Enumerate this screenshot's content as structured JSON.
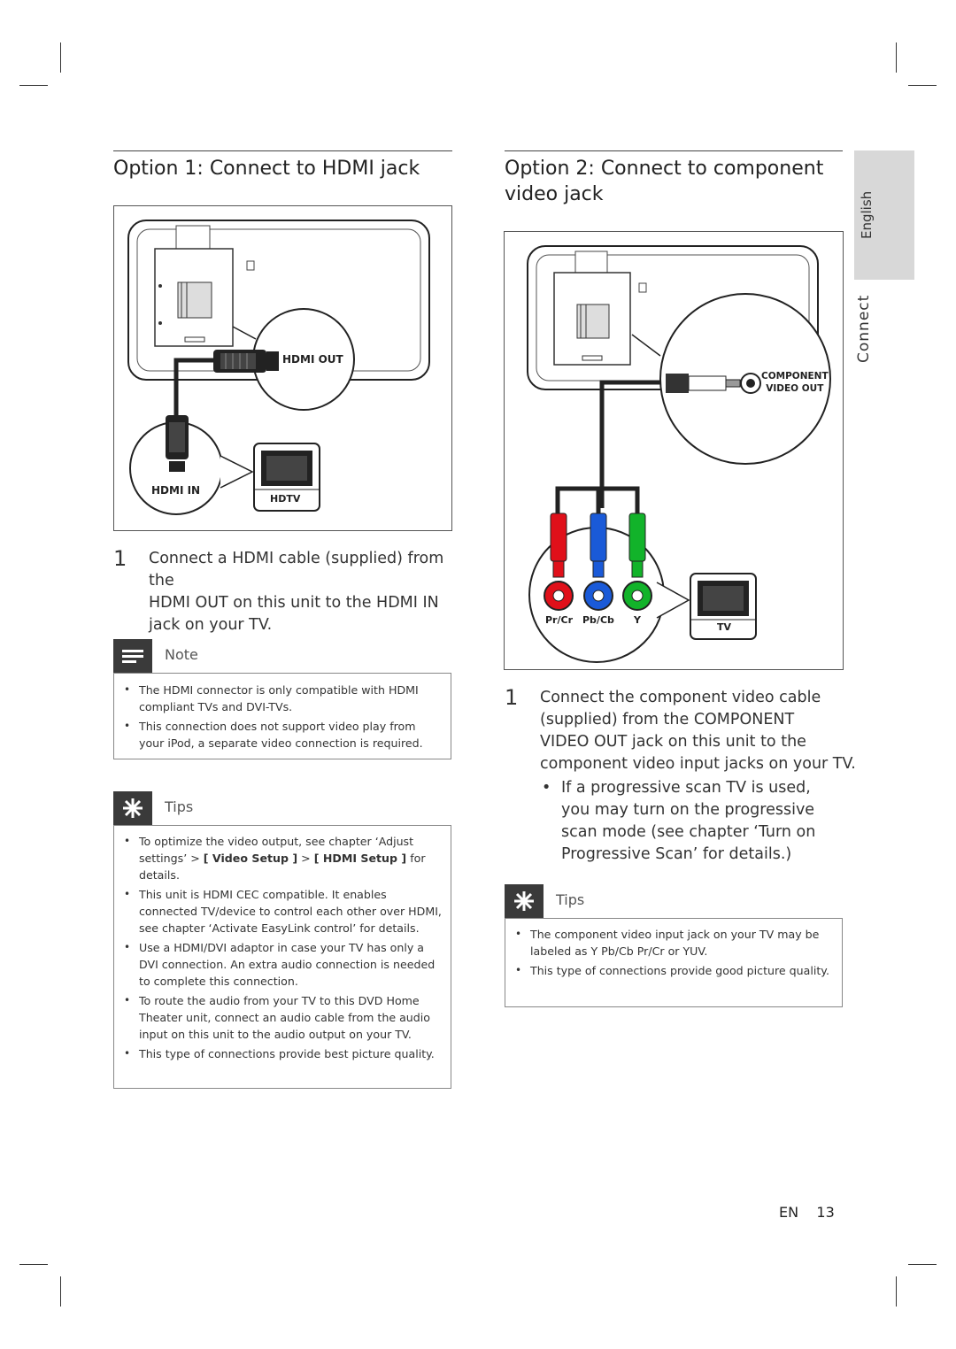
{
  "sidebar": {
    "language": "English",
    "section": "Connect"
  },
  "left": {
    "heading": "Option 1: Connect to HDMI jack",
    "figure": {
      "port_out": "HDMI OUT",
      "port_in": "HDMI IN",
      "tv_label": "HDTV"
    },
    "step": {
      "number": "1",
      "line1": "Connect a HDMI cable (supplied) from the",
      "line2_upper1": "HDMI OUT",
      "line2_mid": " on this unit to the ",
      "line2_upper2": "HDMI IN",
      "line3": "jack on your TV."
    },
    "note": {
      "label": "Note",
      "items": [
        "The HDMI connector is only compatible with HDMI compliant TVs and DVI-TVs.",
        "This connection does not support video play from your iPod, a separate video connection is required."
      ]
    },
    "tips": {
      "label": "Tips",
      "item1_a": "To optimize the video output, see chapter ‘Adjust settings’ > ",
      "item1_b": "[ Video Setup ]",
      "item1_c": " > ",
      "item1_d": "[ HDMI Setup ]",
      "item1_e": " for details.",
      "items": [
        "This unit is HDMI CEC compatible.  It enables connected TV/device to control each other over HDMI, see chapter ‘Activate EasyLink control’ for details.",
        "Use a HDMI/DVI adaptor in case your TV has only a DVI connection. An extra audio connection is needed to complete this connection.",
        "To route the audio from your TV to this DVD Home Theater unit, connect an audio cable from the audio input on this unit to the audio output on your TV.",
        "This type of connections provide best picture quality."
      ]
    }
  },
  "right": {
    "heading_line1": "Option 2: Connect to component",
    "heading_line2": "video jack",
    "figure": {
      "port_line1": "COMPONENT",
      "port_line2": "VIDEO OUT",
      "jack_pr": "Pr/Cr",
      "jack_pb": "Pb/Cb",
      "jack_y": "Y",
      "tv_label": "TV"
    },
    "step": {
      "number": "1",
      "line1": "Connect the component video cable",
      "line2_a": "(supplied) from the ",
      "line2_upper": "COMPONENT",
      "line3_upper": "VIDEO OUT",
      "line3_b": " jack on this unit to the",
      "line4": "component video input jacks on your TV.",
      "sub_bullet": "If a progressive scan TV is used, you may turn on the progressive scan mode (see chapter ‘Turn on Progressive Scan’ for details.)"
    },
    "tips": {
      "label": "Tips",
      "items": [
        "The component video input jack on your TV may be labeled as Y Pb/Cb Pr/Cr or YUV.",
        "This type of connections provide good picture quality."
      ]
    }
  },
  "footer": {
    "lang": "EN",
    "page": "13"
  },
  "colors": {
    "red": "#e0101a",
    "blue": "#1a5ad8",
    "green": "#12b32a",
    "tab": "#d8d8d8",
    "icon_bg": "#3a3a3a"
  }
}
